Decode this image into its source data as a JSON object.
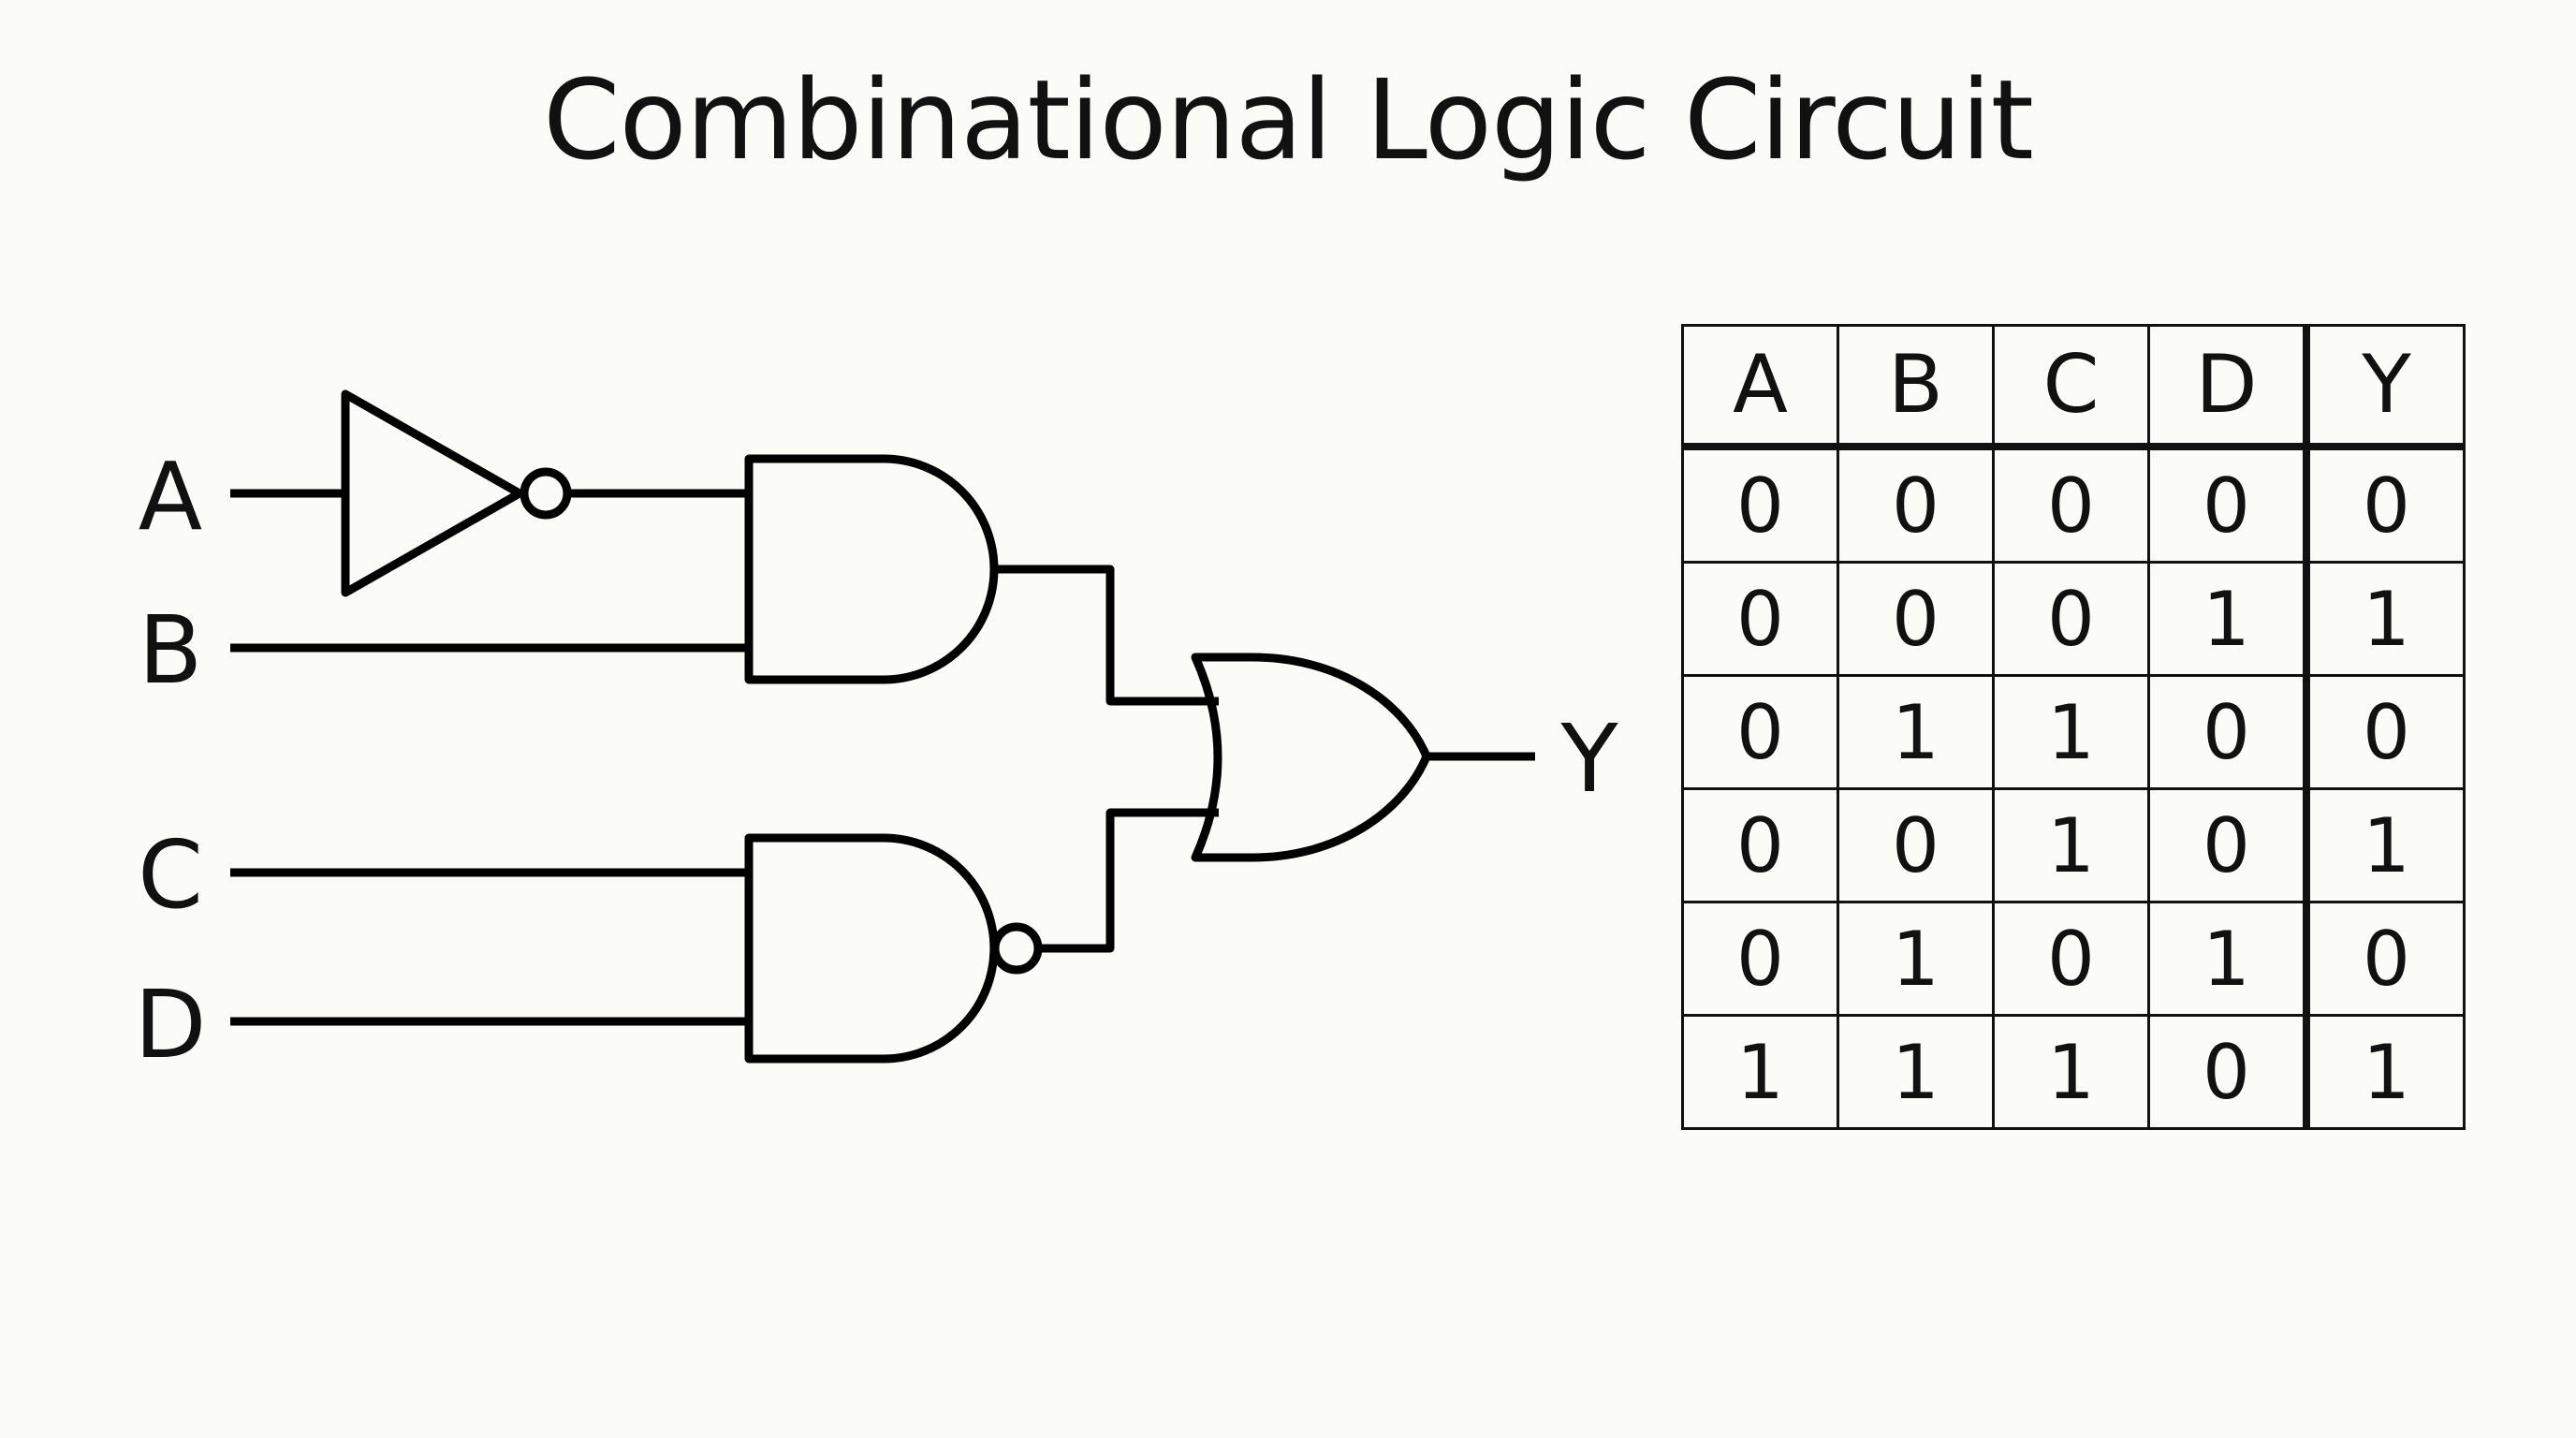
{
  "title": "Combinational Logic Circuit",
  "circuit": {
    "inputs": [
      "A",
      "B",
      "C",
      "D"
    ],
    "output": "Y",
    "gates": [
      "not-gate",
      "and-gate",
      "nand-gate",
      "or-gate"
    ]
  },
  "truth_table": {
    "headers": [
      "A",
      "B",
      "C",
      "D",
      "Y"
    ],
    "rows": [
      [
        "0",
        "0",
        "0",
        "0",
        "0"
      ],
      [
        "0",
        "0",
        "0",
        "1",
        "1"
      ],
      [
        "0",
        "1",
        "1",
        "0",
        "0"
      ],
      [
        "0",
        "0",
        "1",
        "0",
        "1"
      ],
      [
        "0",
        "1",
        "0",
        "1",
        "0"
      ],
      [
        "1",
        "1",
        "1",
        "0",
        "1"
      ]
    ]
  }
}
